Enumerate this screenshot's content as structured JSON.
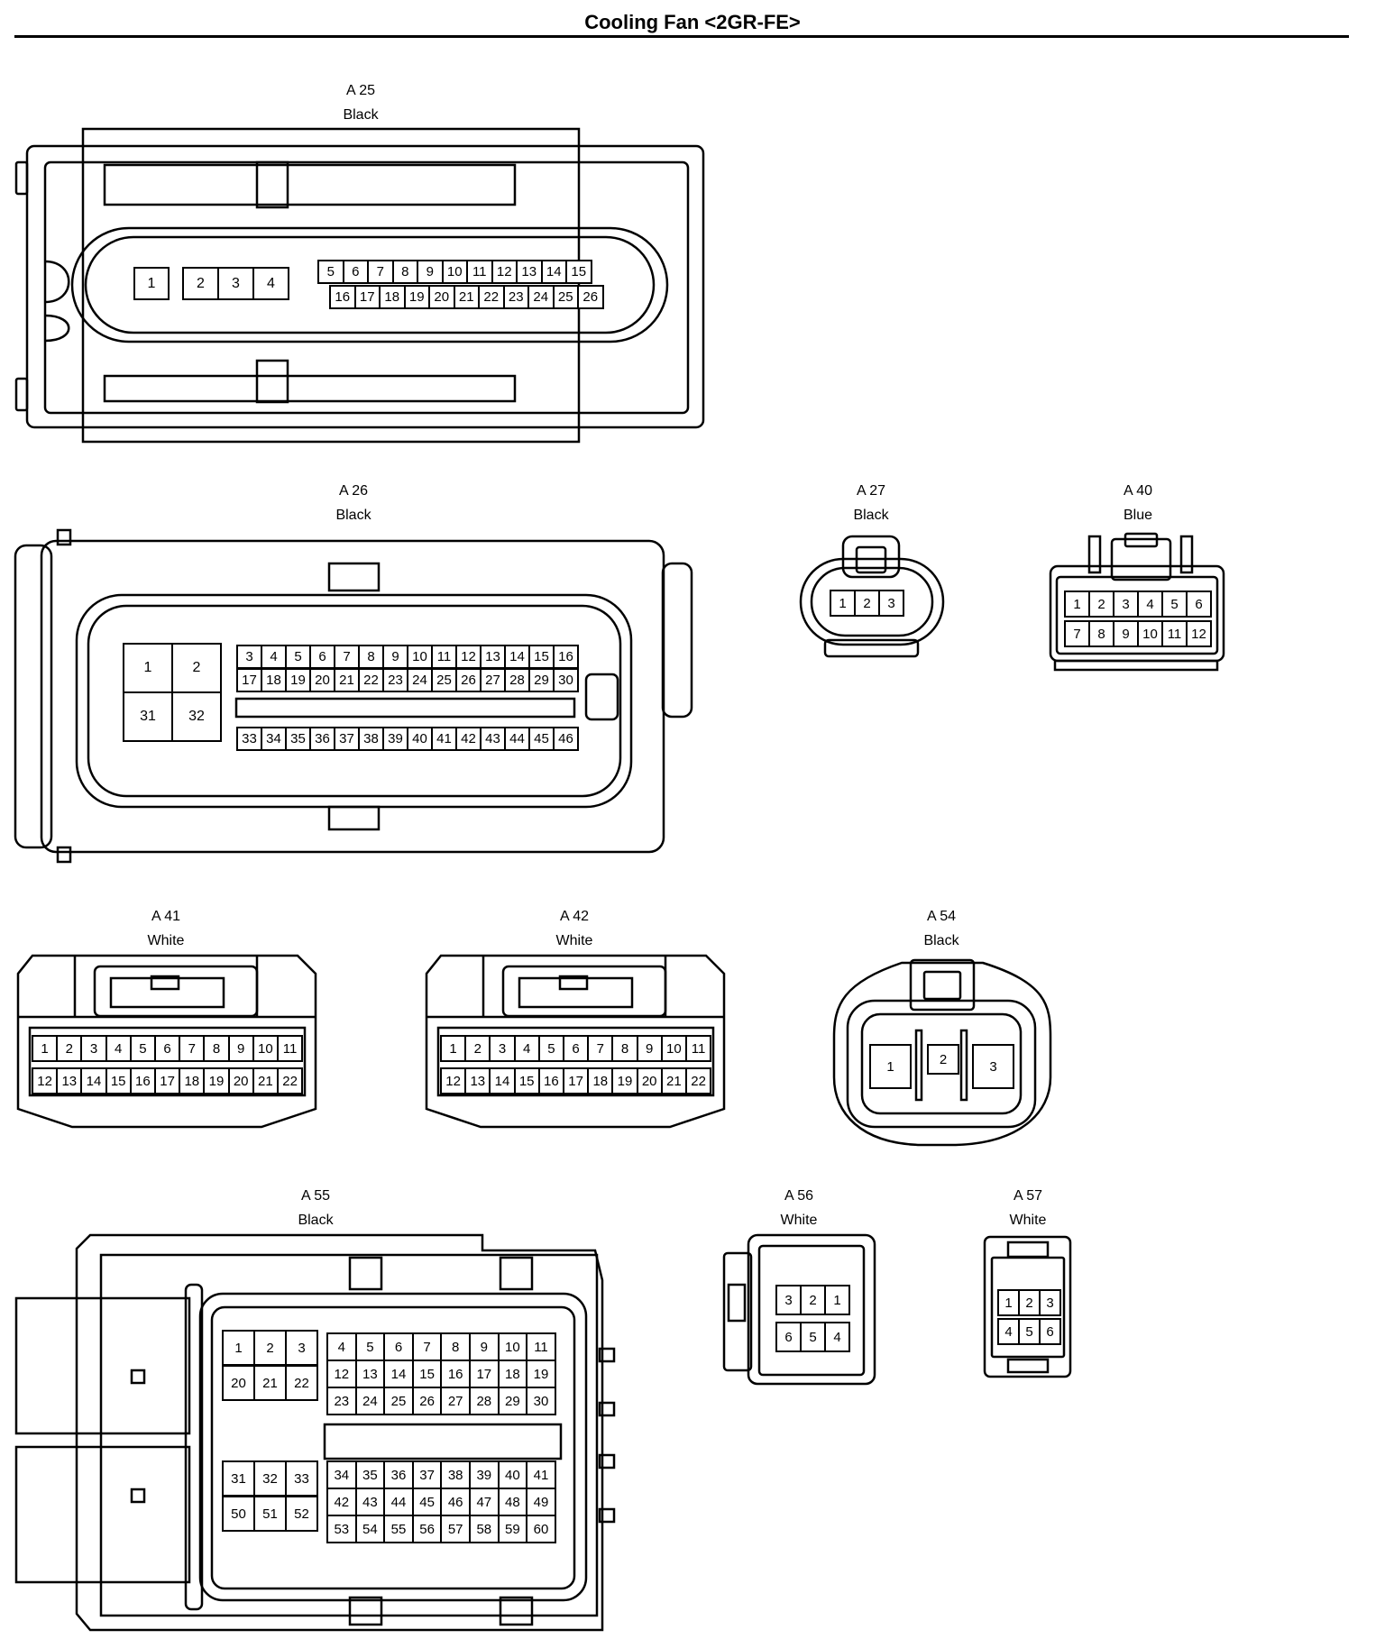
{
  "title": "Cooling Fan <2GR-FE>",
  "connectors": [
    {
      "id": "A 25",
      "color": "Black"
    },
    {
      "id": "A 26",
      "color": "Black"
    },
    {
      "id": "A 27",
      "color": "Black"
    },
    {
      "id": "A 40",
      "color": "Blue"
    },
    {
      "id": "A 41",
      "color": "White"
    },
    {
      "id": "A 42",
      "color": "White"
    },
    {
      "id": "A 54",
      "color": "Black"
    },
    {
      "id": "A 55",
      "color": "Black"
    },
    {
      "id": "A 56",
      "color": "White"
    },
    {
      "id": "A 57",
      "color": "White"
    }
  ]
}
